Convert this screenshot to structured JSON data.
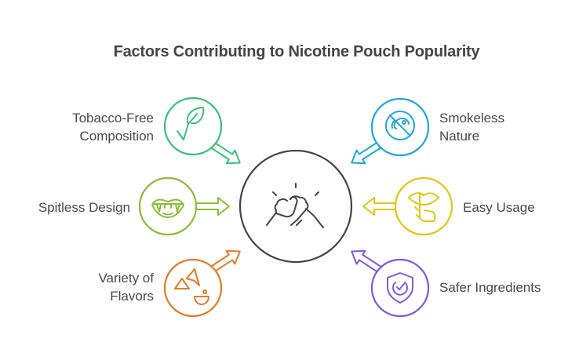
{
  "title": "Factors Contributing to Nicotine Pouch Popularity",
  "center": {
    "icon": "arm-wrestling-handshake-icon"
  },
  "factors": [
    {
      "line1": "Tobacco-Free",
      "line2": "Composition",
      "icon": "leaf-check-icon",
      "color": "#3dbf7a"
    },
    {
      "line1": "Smokeless",
      "line2": "Nature",
      "icon": "no-smoke-icon",
      "color": "#21a6d6"
    },
    {
      "line1": "Spitless Design",
      "line2": "",
      "icon": "mouth-fangs-icon",
      "color": "#8cbc3d"
    },
    {
      "line1": "Easy Usage",
      "line2": "",
      "icon": "shush-lips-icon",
      "color": "#e0c61c"
    },
    {
      "line1": "Variety of",
      "line2": "Flavors",
      "icon": "flavors-icon",
      "color": "#e07c2b"
    },
    {
      "line1": "Safer Ingredients",
      "line2": "",
      "icon": "shield-check-icon",
      "color": "#7b5de0"
    }
  ]
}
